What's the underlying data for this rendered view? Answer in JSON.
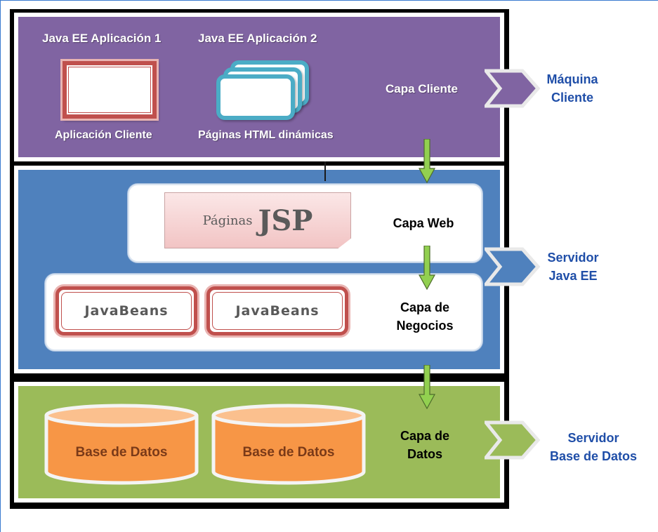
{
  "client_tier": {
    "app1_heading": "Java EE Aplicación 1",
    "app2_heading": "Java EE Aplicación 2",
    "app1_caption": "Aplicación Cliente",
    "app2_caption": "Páginas HTML dinámicas",
    "tier_label": "Capa Cliente"
  },
  "server_tier": {
    "jsp_prefix": "Páginas",
    "jsp_main": "JSP",
    "web_label": "Capa Web",
    "business_label_line1": "Capa de",
    "business_label_line2": "Negocios",
    "beans": [
      "JavaBeans",
      "JavaBeans"
    ]
  },
  "data_tier": {
    "databases": [
      "Base de Datos",
      "Base de Datos"
    ],
    "label_line1": "Capa de",
    "label_line2": "Datos"
  },
  "machines": [
    {
      "line1": "Máquina",
      "line2": "Cliente",
      "color": "#8064a2"
    },
    {
      "line1": "Servidor",
      "line2": "Java EE",
      "color": "#4f81bd"
    },
    {
      "line1": "Servidor",
      "line2": "Base de Datos",
      "color": "#9bbb59"
    }
  ],
  "colors": {
    "client_tier": "#8064a2",
    "server_tier": "#4f81bd",
    "data_tier": "#9bbb59",
    "arrow": "#92d050",
    "database": "#f79646",
    "accent_red": "#c0504d",
    "accent_teal": "#4bacc6",
    "machine_label": "#1f4ea8"
  }
}
